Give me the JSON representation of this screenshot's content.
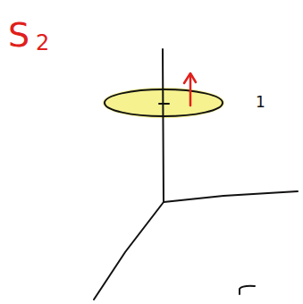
{
  "diagram": {
    "labels": [
      "S",
      "2",
      "1"
    ]
  }
}
